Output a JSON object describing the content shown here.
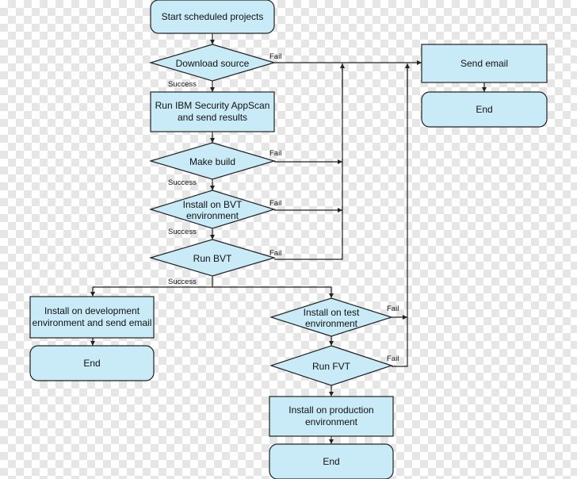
{
  "nodes": {
    "start": "Start scheduled projects",
    "download_source": "Download source",
    "run_appscan_1": "Run IBM Security AppScan",
    "run_appscan_2": "and send results",
    "make_build": "Make build",
    "install_bvt_1": "Install on BVT",
    "install_bvt_2": "environment",
    "run_bvt": "Run BVT",
    "install_dev_1": "Install on development",
    "install_dev_2": "environment and send email",
    "end_dev": "End",
    "install_test_1": "Install on test",
    "install_test_2": "environment",
    "run_fvt": "Run FVT",
    "install_prod_1": "Install on production",
    "install_prod_2": "environment",
    "end_prod": "End",
    "send_email": "Send email",
    "end_email": "End"
  },
  "edge_labels": {
    "fail": "Fail",
    "success": "Success"
  }
}
